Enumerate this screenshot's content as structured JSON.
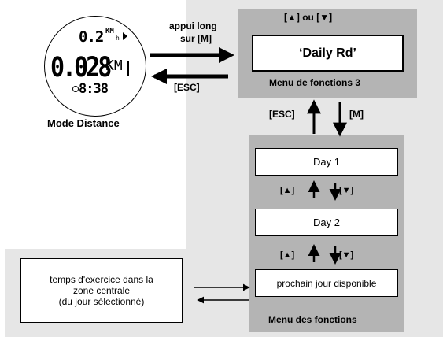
{
  "watch": {
    "top_value": "0.2",
    "top_unit": "KM",
    "top_unit_sub": "h",
    "main_value": "0.028",
    "main_unit": "KM",
    "time": "8:38",
    "caption": "Mode Distance"
  },
  "top_menu": {
    "nav_hint": "[▲] ou [▼]",
    "item": "‘Daily Rd’",
    "caption": "Menu de fonctions 3"
  },
  "arrows_watch_menu": {
    "forward_label_line1": "appui long",
    "forward_label_line2": "sur [M]",
    "back_label": "[ESC]"
  },
  "vertical_nav": {
    "up_label": "[ESC]",
    "down_label": "[M]"
  },
  "function_menu": {
    "items": [
      "Day 1",
      "Day 2",
      "prochain jour disponible"
    ],
    "up_key": "[▲]",
    "down_key": "[▼]",
    "caption": "Menu des fonctions"
  },
  "info_box": {
    "line1": "temps d'exercice dans la",
    "line2": "zone centrale",
    "line3": "(du jour sélectionné)"
  }
}
